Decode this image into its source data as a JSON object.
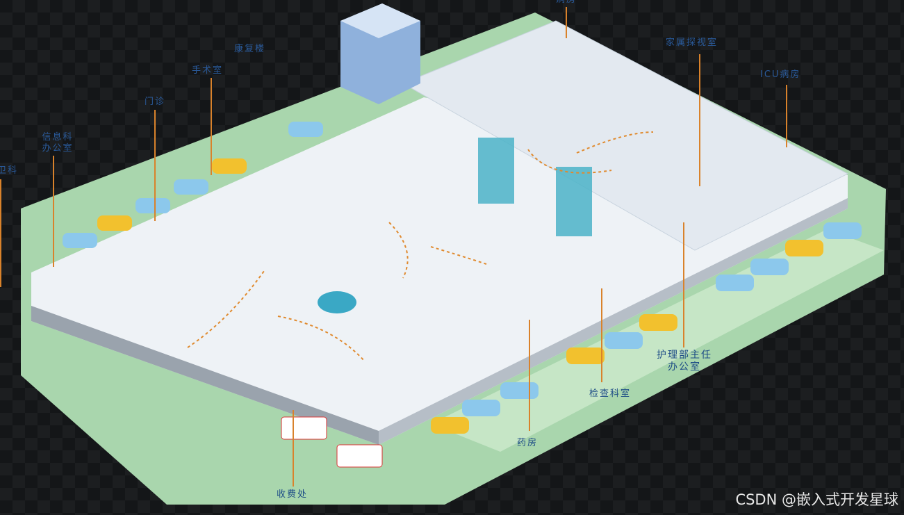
{
  "labels": {
    "ward": "病房",
    "family_visit": "家属探视室",
    "icu": "ICU病房",
    "rehab": "康复楼",
    "surgery": "手术室",
    "outpatient": "门诊",
    "it_office": "信息科办公室",
    "security": "卫科",
    "nursing": "护理部主任办公室",
    "exam": "检查科室",
    "pharmacy": "药房",
    "cashier": "收费处"
  },
  "watermark": "CSDN @嵌入式开发星球",
  "colors": {
    "ground": "#a9d6ad",
    "floor": "#eef2f6",
    "wall": "#dfe7ef",
    "leader": "#d9822b",
    "label": "#2a5a9a",
    "glass": "#4bb3c8"
  }
}
